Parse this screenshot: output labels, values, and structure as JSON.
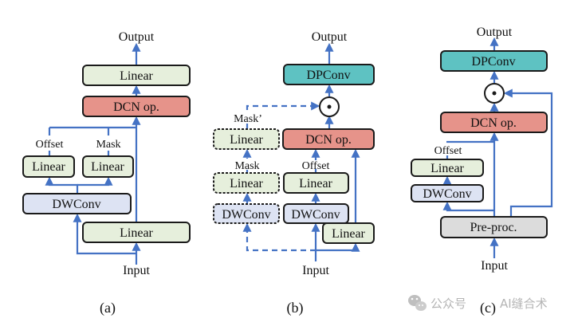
{
  "colors": {
    "arrow": "#4472c4",
    "linear_fill": "#e6efdc",
    "dcn_fill": "#e6938a",
    "dwconv_fill": "#dde3f3",
    "dpconv_fill": "#5ec2c2",
    "preproc_fill": "#dcdcdc",
    "border": "#1a1a1a"
  },
  "panels": {
    "a": {
      "caption": "(a)",
      "output": "Output",
      "input": "Input",
      "linear_top": "Linear",
      "dcn": "DCN op.",
      "offset_label": "Offset",
      "mask_label": "Mask",
      "linear_offset": "Linear",
      "linear_mask": "Linear",
      "dwconv": "DWConv",
      "linear_bottom": "Linear"
    },
    "b": {
      "caption": "(b)",
      "output": "Output",
      "input": "Input",
      "dpconv": "DPConv",
      "multiply_symbol": "⊙",
      "dcn": "DCN op.",
      "mask_prime_label": "Mask’",
      "linear_mask_prime": "Linear",
      "mask_label": "Mask",
      "linear_mask": "Linear",
      "offset_label": "Offset",
      "linear_offset": "Linear",
      "dwconv_dashed": "DWConv",
      "dwconv": "DWConv",
      "linear_bottom": "Linear"
    },
    "c": {
      "caption": "(c)",
      "output": "Output",
      "input": "Input",
      "dpconv": "DPConv",
      "multiply_symbol": "⊙",
      "dcn": "DCN op.",
      "offset_label": "Offset",
      "linear_offset": "Linear",
      "dwconv": "DWConv",
      "preproc": "Pre-proc."
    }
  },
  "watermark": {
    "icon": "wechat-icon",
    "text_left": "公众号",
    "text_right": "AI缝合术"
  }
}
